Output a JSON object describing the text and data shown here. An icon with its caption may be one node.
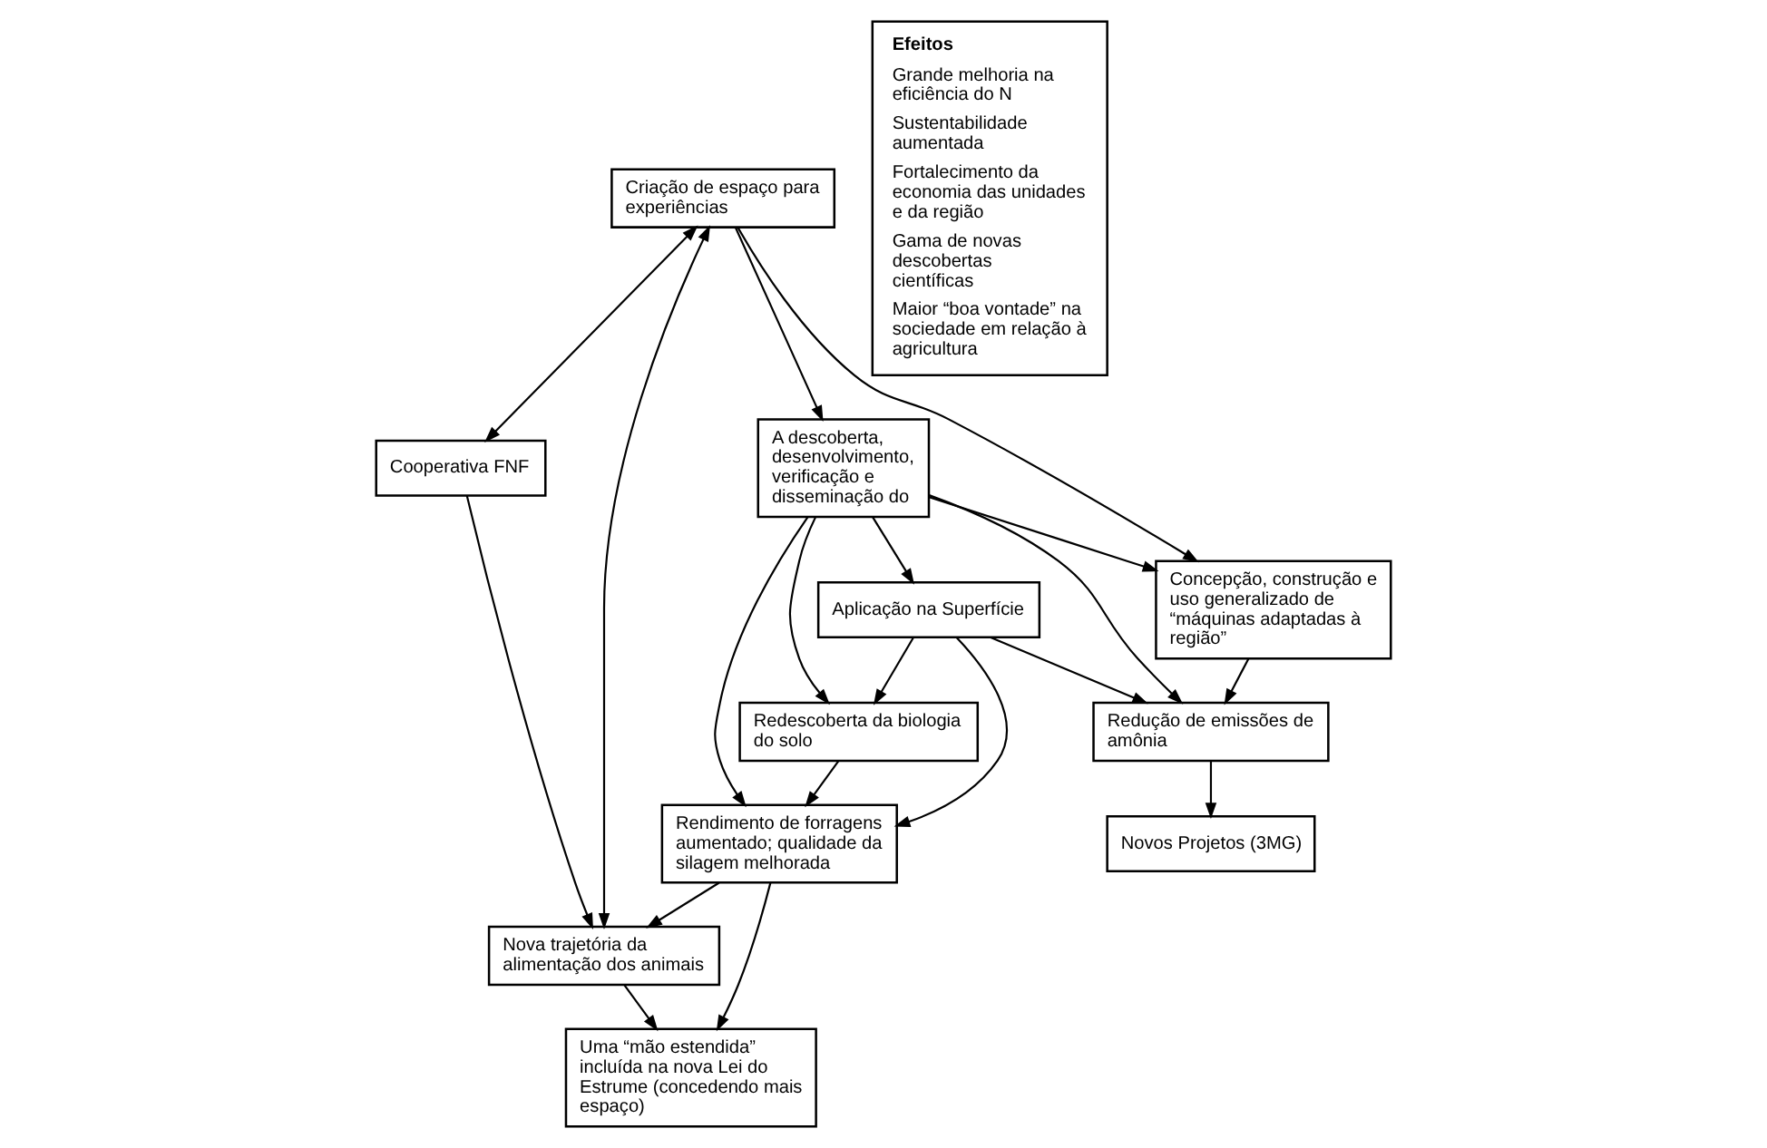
{
  "diagram": {
    "nodes": [
      {
        "text": [
          "Uma “mão estendida” incluída na nova Lei do Estrume (concedendo mais espaço)"
        ]
      },
      {
        "text": [
          "Criação de espaço para experiências"
        ]
      },
      {
        "text": [
          "Cooperativa FNF"
        ]
      },
      {
        "text": [
          "Nova trajetória da alimentação dos animais"
        ]
      },
      {
        "text": [
          "A descoberta, desenvolvimento, verificação e disseminação do"
        ]
      },
      {
        "text": [
          "Rendimento de forragens aumentado; qualidade da silagem melhorada"
        ]
      },
      {
        "text": [
          "Aplicação na Superfície"
        ]
      },
      {
        "text": [
          "Concepção, construção e uso generalizado de “máquinas adaptadas à região”"
        ]
      },
      {
        "text": [
          "Redução de emissões de amônia"
        ]
      },
      {
        "text": [
          "Redescoberta da biologia do solo"
        ]
      },
      {
        "text": [
          "Novos Projetos (3MG)"
        ]
      },
      {
        "text": [
          "Efeitos",
          "Grande melhoria na eficiência do N",
          "Sustentabilidade aumentada",
          "Fortalecimento da economia das unidades e da região",
          "Gama de novas descobertas científicas",
          "Maior “boa vontade” na sociedade em relação à agricultura"
        ]
      }
    ],
    "edges": [
      {
        "from": 1,
        "to": 3,
        "arrow": "both"
      },
      {
        "from": 1,
        "to": 2,
        "arrow": "both"
      },
      {
        "from": 2,
        "to": 3,
        "arrow": "to"
      },
      {
        "from": 1,
        "to": 4,
        "arrow": "to"
      },
      {
        "from": 1,
        "to": 7,
        "arrow": "to"
      },
      {
        "from": 4,
        "to": 7,
        "arrow": "to"
      },
      {
        "from": 4,
        "to": 5,
        "arrow": "to"
      },
      {
        "from": 4,
        "to": 6,
        "arrow": "to"
      },
      {
        "from": 4,
        "to": 8,
        "arrow": "to"
      },
      {
        "from": 4,
        "to": 9,
        "arrow": "to"
      },
      {
        "from": 6,
        "to": 5,
        "arrow": "to"
      },
      {
        "from": 6,
        "to": 8,
        "arrow": "to"
      },
      {
        "from": 6,
        "to": 9,
        "arrow": "to"
      },
      {
        "from": 7,
        "to": 8,
        "arrow": "to"
      },
      {
        "from": 8,
        "to": 10,
        "arrow": "to"
      },
      {
        "from": 9,
        "to": 5,
        "arrow": "to"
      },
      {
        "from": 5,
        "to": 3,
        "arrow": "to"
      },
      {
        "from": 5,
        "to": 0,
        "arrow": "to"
      },
      {
        "from": 3,
        "to": 0,
        "arrow": "to"
      }
    ]
  }
}
